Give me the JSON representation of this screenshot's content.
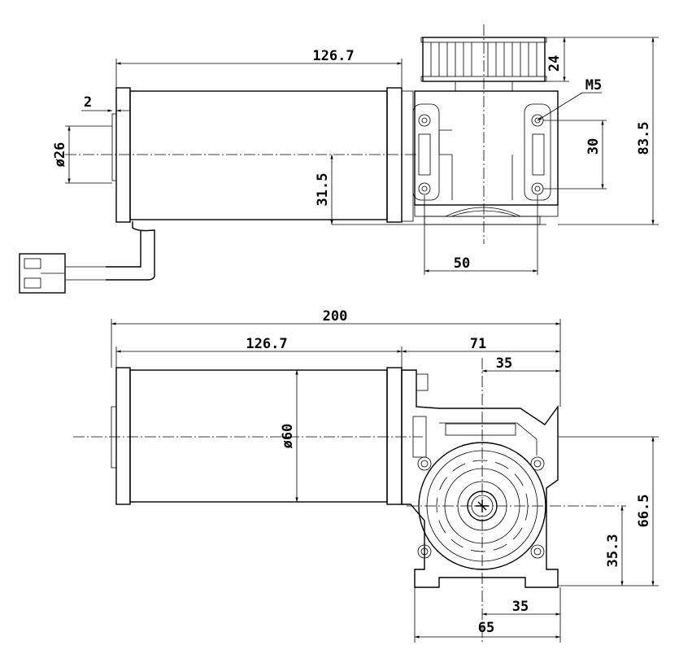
{
  "drawing": {
    "top_view": {
      "dimensions": {
        "motor_length": "126.7",
        "flange_thickness": "2",
        "shaft_diameter": "ø26",
        "axis_height": "31.5",
        "pulley_height": "24",
        "thread": "M5",
        "mount_hole_spacing_v": "30",
        "total_height": "83.5",
        "mount_hole_spacing_h": "50"
      }
    },
    "front_view": {
      "dimensions": {
        "overall_length": "200",
        "motor_length": "126.7",
        "gearbox_length": "71",
        "gearbox_half": "35",
        "motor_diameter": "ø60",
        "gearbox_height": "66.5",
        "output_axis_height": "35.3",
        "base_half_width": "35",
        "base_width": "65"
      }
    }
  }
}
